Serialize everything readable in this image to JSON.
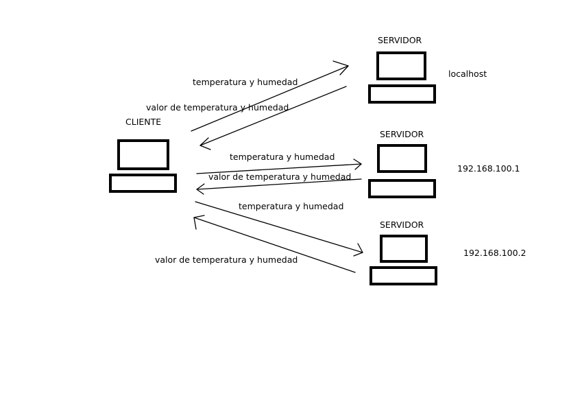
{
  "client": {
    "label": "CLIENTE"
  },
  "servers": [
    {
      "label": "SERVIDOR",
      "address": "localhost",
      "request_label": "temperatura y humedad",
      "response_label": "valor de temperatura y humedad"
    },
    {
      "label": "SERVIDOR",
      "address": "192.168.100.1",
      "request_label": "temperatura y humedad",
      "response_label": "valor de temperatura y humedad"
    },
    {
      "label": "SERVIDOR",
      "address": "192.168.100.2",
      "request_label": "temperatura y humedad",
      "response_label": "valor de temperatura y humedad"
    }
  ],
  "colors": {
    "stroke": "#000000",
    "background": "#ffffff"
  }
}
